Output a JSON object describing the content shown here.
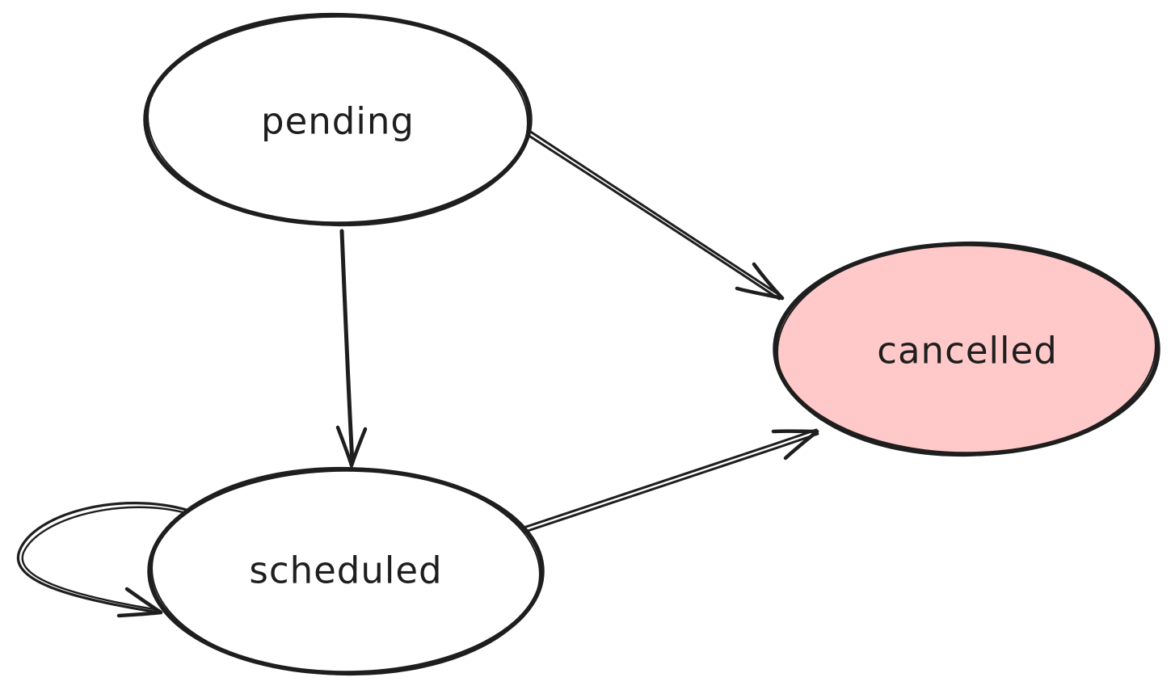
{
  "diagram": {
    "kind": "state-diagram",
    "style": "hand-drawn",
    "background_color": "#ffffff",
    "stroke_color": "#1e1e1e",
    "nodes": [
      {
        "id": "pending",
        "label": "pending",
        "shape": "ellipse",
        "fill": "#ffffff"
      },
      {
        "id": "cancelled",
        "label": "cancelled",
        "shape": "ellipse",
        "fill": "#ffc9c9"
      },
      {
        "id": "scheduled",
        "label": "scheduled",
        "shape": "ellipse",
        "fill": "#ffffff"
      }
    ],
    "edges": [
      {
        "from": "pending",
        "to": "cancelled",
        "type": "arrow"
      },
      {
        "from": "pending",
        "to": "scheduled",
        "type": "arrow"
      },
      {
        "from": "scheduled",
        "to": "cancelled",
        "type": "arrow"
      },
      {
        "from": "scheduled",
        "to": "scheduled",
        "type": "self-loop-arrow"
      }
    ]
  }
}
